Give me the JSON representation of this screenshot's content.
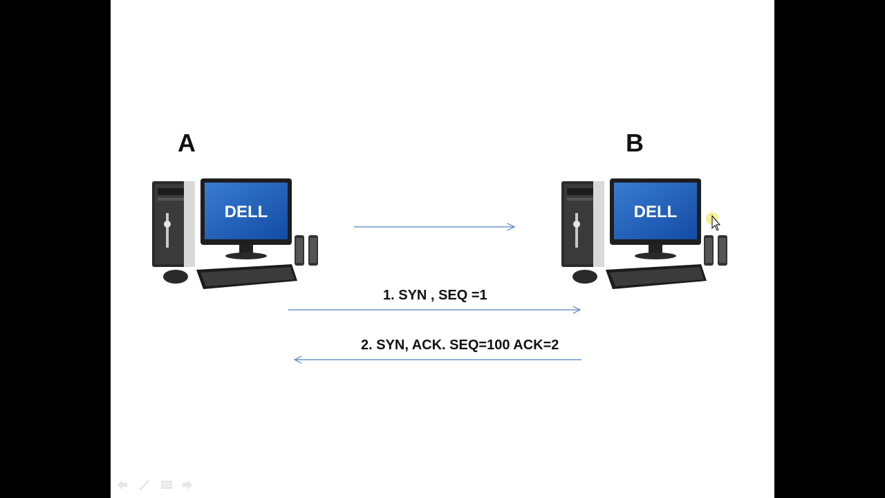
{
  "slide": {
    "host_a_label": "A",
    "host_b_label": "B",
    "brand_text": "DELL",
    "messages": [
      {
        "text": "1. SYN , SEQ =1",
        "direction": "A-to-B"
      },
      {
        "text": "2. SYN, ACK. SEQ=100 ACK=2",
        "direction": "B-to-A"
      }
    ],
    "arrow_color": "#4f81bd"
  },
  "nav": {
    "icons": [
      "prev-arrow-icon",
      "pen-icon",
      "menu-icon",
      "next-arrow-icon"
    ]
  }
}
